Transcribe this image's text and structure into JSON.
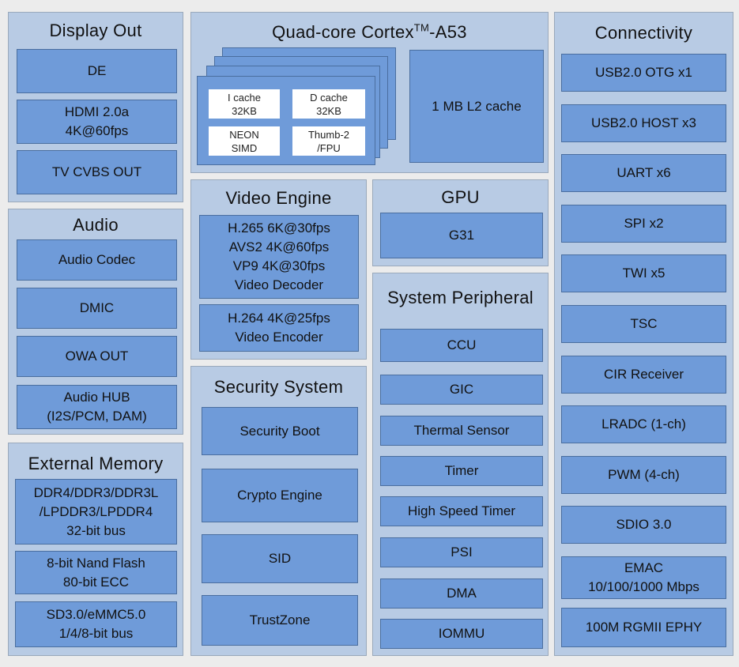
{
  "display_out": {
    "title": "Display Out",
    "blocks": [
      {
        "lines": [
          "DE"
        ]
      },
      {
        "lines": [
          "HDMI 2.0a",
          "4K@60fps"
        ]
      },
      {
        "lines": [
          "TV CVBS OUT"
        ]
      }
    ]
  },
  "audio": {
    "title": "Audio",
    "blocks": [
      {
        "lines": [
          "Audio Codec"
        ]
      },
      {
        "lines": [
          "DMIC"
        ]
      },
      {
        "lines": [
          "OWA OUT"
        ]
      },
      {
        "lines": [
          "Audio HUB",
          "(I2S/PCM, DAM)"
        ]
      }
    ]
  },
  "external_memory": {
    "title": "External Memory",
    "blocks": [
      {
        "lines": [
          "DDR4/DDR3/DDR3L",
          "/LPDDR3/LPDDR4",
          "32-bit bus"
        ]
      },
      {
        "lines": [
          "8-bit Nand Flash",
          "80-bit ECC"
        ]
      },
      {
        "lines": [
          "SD3.0/eMMC5.0",
          "1/4/8-bit bus"
        ]
      }
    ]
  },
  "cpu": {
    "title_main": "Quad-core  Cortex",
    "title_sup": "TM",
    "title_tail": "-A53",
    "icache": [
      "I cache",
      "32KB"
    ],
    "dcache": [
      "D cache",
      "32KB"
    ],
    "neon": [
      "NEON",
      "SIMD"
    ],
    "thumb": [
      "Thumb-2",
      "/FPU"
    ],
    "l2": {
      "lines": [
        "1 MB L2 cache"
      ]
    }
  },
  "video_engine": {
    "title": "Video Engine",
    "blocks": [
      {
        "lines": [
          "H.265 6K@30fps",
          "AVS2 4K@60fps",
          "VP9 4K@30fps",
          "Video Decoder"
        ]
      },
      {
        "lines": [
          "H.264 4K@25fps",
          "Video Encoder"
        ]
      }
    ]
  },
  "gpu": {
    "title": "GPU",
    "blocks": [
      {
        "lines": [
          "G31"
        ]
      }
    ]
  },
  "security": {
    "title": "Security System",
    "blocks": [
      {
        "lines": [
          "Security Boot"
        ]
      },
      {
        "lines": [
          "Crypto Engine"
        ]
      },
      {
        "lines": [
          "SID"
        ]
      },
      {
        "lines": [
          "TrustZone"
        ]
      }
    ]
  },
  "system_peripheral": {
    "title": "System Peripheral",
    "blocks": [
      {
        "lines": [
          "CCU"
        ]
      },
      {
        "lines": [
          "GIC"
        ]
      },
      {
        "lines": [
          "Thermal Sensor"
        ]
      },
      {
        "lines": [
          "Timer"
        ]
      },
      {
        "lines": [
          "High Speed Timer"
        ]
      },
      {
        "lines": [
          "PSI"
        ]
      },
      {
        "lines": [
          "DMA"
        ]
      },
      {
        "lines": [
          "IOMMU"
        ]
      }
    ]
  },
  "connectivity": {
    "title": "Connectivity",
    "blocks": [
      {
        "lines": [
          "USB2.0 OTG x1"
        ]
      },
      {
        "lines": [
          "USB2.0 HOST x3"
        ]
      },
      {
        "lines": [
          "UART x6"
        ]
      },
      {
        "lines": [
          "SPI  x2"
        ]
      },
      {
        "lines": [
          "TWI x5"
        ]
      },
      {
        "lines": [
          "TSC"
        ]
      },
      {
        "lines": [
          "CIR Receiver"
        ]
      },
      {
        "lines": [
          "LRADC (1-ch)"
        ]
      },
      {
        "lines": [
          "PWM (4-ch)"
        ]
      },
      {
        "lines": [
          "SDIO 3.0"
        ]
      },
      {
        "lines": [
          "EMAC",
          "10/100/1000 Mbps"
        ]
      },
      {
        "lines": [
          "100M RGMII EPHY"
        ]
      }
    ]
  }
}
